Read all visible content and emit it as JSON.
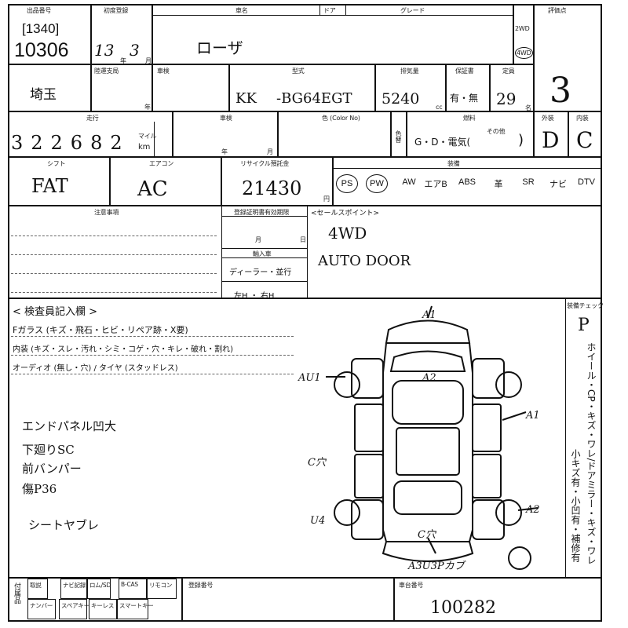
{
  "header": {
    "lot_label": "出品番号",
    "first_reg_label": "初度登録",
    "car_name_label": "車名",
    "door_label": "ドア",
    "grade_label": "グレード",
    "score_label": "評価点",
    "bracket_code": "[1340]",
    "lot_number": "10306",
    "year": "13",
    "year_unit": "年",
    "month": "3",
    "month_unit": "月",
    "car_name": "ローザ",
    "drive_2wd": "2WD",
    "drive_4wd": "4WD",
    "score": "3"
  },
  "row2": {
    "region_label": "陸運支局",
    "inspection_label": "車検",
    "model_label": "型式",
    "displacement_label": "排気量",
    "warranty_label": "保証書",
    "capacity_label": "定員",
    "region": "埼玉",
    "inspection_year_unit": "年",
    "model_prefix": "KK",
    "model": "-BG64EGT",
    "displacement": "5240",
    "cc_unit": "cc",
    "warranty": "有・無",
    "capacity": "29",
    "capacity_unit": "名"
  },
  "row3": {
    "mileage_label": "走行",
    "mileage": "322682",
    "mile_unit": "マイル",
    "km_unit": "km",
    "shaken_label": "車検",
    "year_unit": "年",
    "month_unit": "月",
    "color_label": "色 (Color No)",
    "color_change": "色替",
    "fuel_label": "燃料",
    "fuel_text": "G・D・電気(",
    "fuel_other": "その他",
    "fuel_close": ")",
    "exterior_label": "外装",
    "interior_label": "内装",
    "exterior_score": "D",
    "interior_score": "C"
  },
  "row4": {
    "shift_label": "シフト",
    "ac_label": "エアコン",
    "recycle_label": "リサイクル預託金",
    "equip_label": "装備",
    "shift": "FAT",
    "ac": "AC",
    "recycle": "21430",
    "yen": "円",
    "options": [
      "PS",
      "PW",
      "AW",
      "エアB",
      "ABS",
      "革",
      "SR",
      "ナビ",
      "DTV"
    ]
  },
  "notes": {
    "caution_label": "注意事項",
    "expiry_label": "登録証明書有効期限",
    "month_unit": "月",
    "day_unit": "日",
    "import_label": "輸入車",
    "dealer": "ディーラー・並行",
    "handle": "左H ・ 右H",
    "sales_point_label": "<セールスポイント>",
    "sales_line1": "4WD",
    "sales_line2": "AUTO DOOR"
  },
  "inspection": {
    "title": "< 検査員記入欄 >",
    "glass_line": "Fガラス (キズ・飛石・ヒビ・リペア跡・X要)",
    "interior_line": "内装 (キズ・スレ・汚れ・シミ・コゲ・穴・キレ・破れ・割れ)",
    "audio_line": "オーディオ (無し・穴) / タイヤ (スタッドレス)",
    "hand_notes": [
      "エンドパネル凹大",
      "下廻りSC",
      "前バンパー",
      "傷P36",
      "シートヤブレ"
    ],
    "diagram_marks": [
      "A1",
      "A2",
      "AU1",
      "A1",
      "C穴",
      "U4",
      "C穴",
      "A2",
      "A3U3Pカブ"
    ],
    "side_title": "装備チェック",
    "side_text": "ホイール・CP・キズ・ワレ/ドアミラー・キズ・ワレ",
    "side_text2": "小キズ有・小凹有・補修有",
    "side_mark": "P"
  },
  "footer": {
    "equip_label": "付属品",
    "manual": "取説",
    "navi_disc": "ナビ記録",
    "rom_sd": "ロム/SD",
    "bcas": "B-CAS",
    "remote": "リモコン",
    "plate": "ナンバー",
    "spare_key": "スペアキー",
    "keyless": "キーレス",
    "smart_key": "スマートキー",
    "reg_number_label": "登録番号",
    "chassis_label": "車台番号",
    "chassis_number": "100282"
  }
}
